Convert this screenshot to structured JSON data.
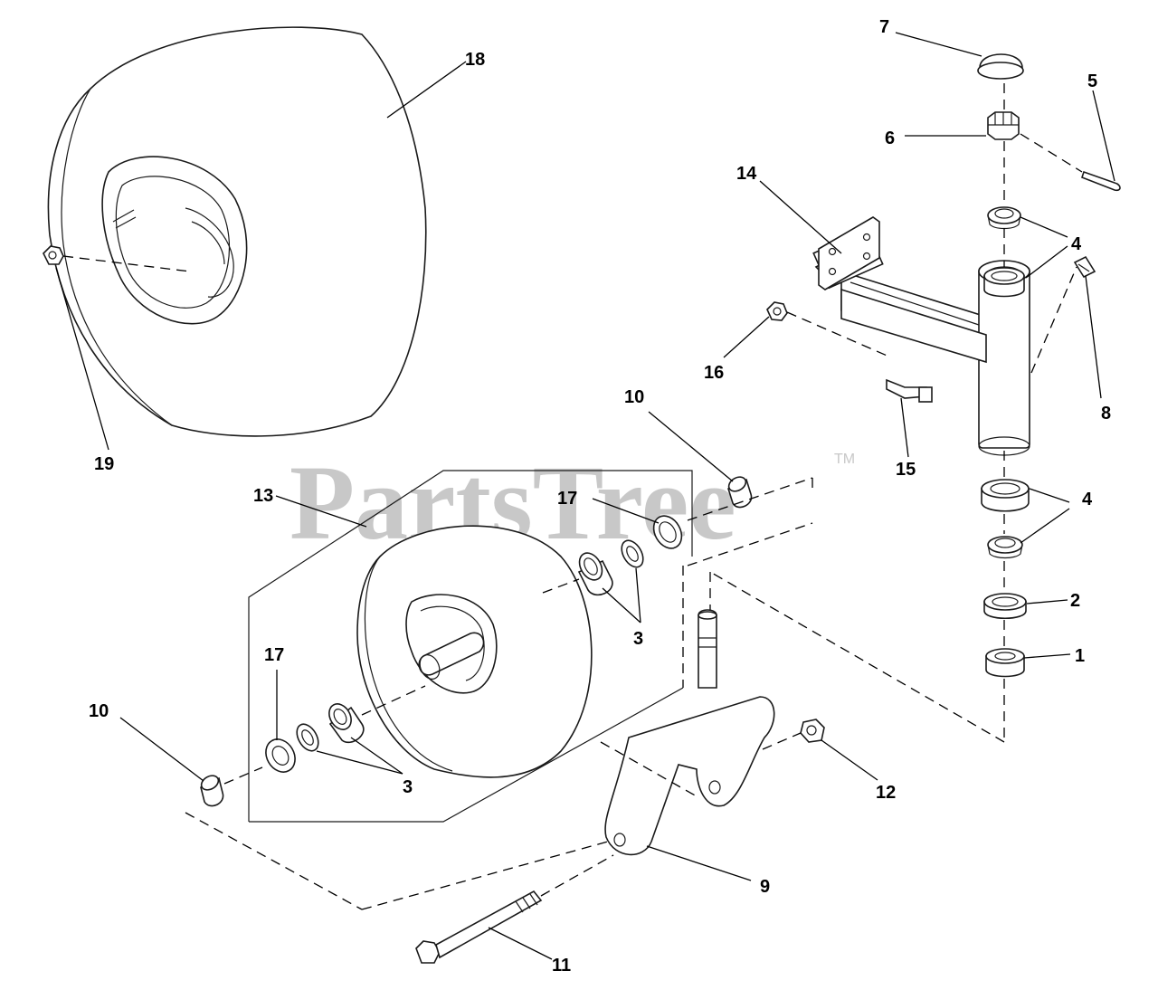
{
  "watermark": {
    "brand": "PartsTree",
    "trademark": "TM"
  },
  "callouts": {
    "c1": "1",
    "c2": "2",
    "c3a": "3",
    "c3b": "3",
    "c4a": "4",
    "c4b": "4",
    "c5": "5",
    "c6": "6",
    "c7": "7",
    "c8": "8",
    "c9": "9",
    "c10a": "10",
    "c10b": "10",
    "c11": "11",
    "c12": "12",
    "c13": "13",
    "c14": "14",
    "c15": "15",
    "c16": "16",
    "c17a": "17",
    "c17b": "17",
    "c18": "18",
    "c19": "19"
  }
}
